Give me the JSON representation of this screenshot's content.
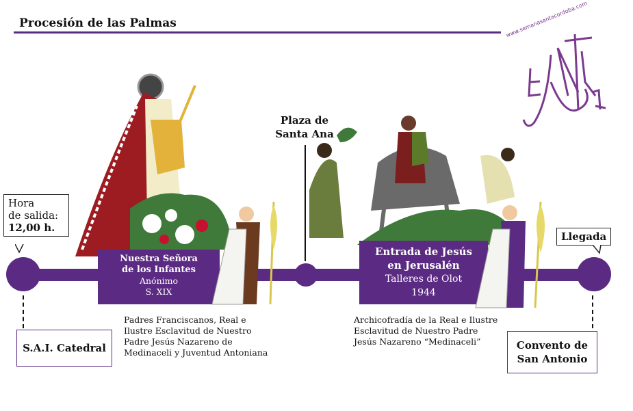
{
  "header": {
    "title": "Procesión de las Palmas"
  },
  "logo": {
    "url": "www.semanasantacordoba.com"
  },
  "start": {
    "callout_lines": [
      "Hora",
      "de salida:",
      "12,00 h."
    ],
    "location": "S.A.I. Catedral"
  },
  "end": {
    "callout": "Llegada",
    "location_lines": [
      "Convento de",
      "San Antonio"
    ]
  },
  "midpoint": {
    "label_lines": [
      "Plaza de",
      "Santa Ana"
    ]
  },
  "paso1": {
    "title_lines": [
      "Nuestra Señora",
      "de los Infantes"
    ],
    "author": "Anónimo",
    "date": "S. XIX",
    "brotherhood_lines": [
      "Padres Franciscanos, Real e",
      "Ilustre Esclavitud de Nuestro",
      "Padre Jesús Nazareno de",
      "Medinaceli y Juventud Antoniana"
    ]
  },
  "paso2": {
    "title_lines": [
      "Entrada de Jesús",
      "en Jerusalén"
    ],
    "author": "Talleres de Olot",
    "date": "1944",
    "brotherhood_lines": [
      "Archicofradía de la Real e Ilustre",
      "Esclavitud de Nuestro Padre",
      "Jesús Nazareno “Medinaceli”"
    ]
  },
  "colors": {
    "accent": "#5b2a82",
    "logo": "#7a3a8f",
    "green": "#3f7a3a"
  }
}
